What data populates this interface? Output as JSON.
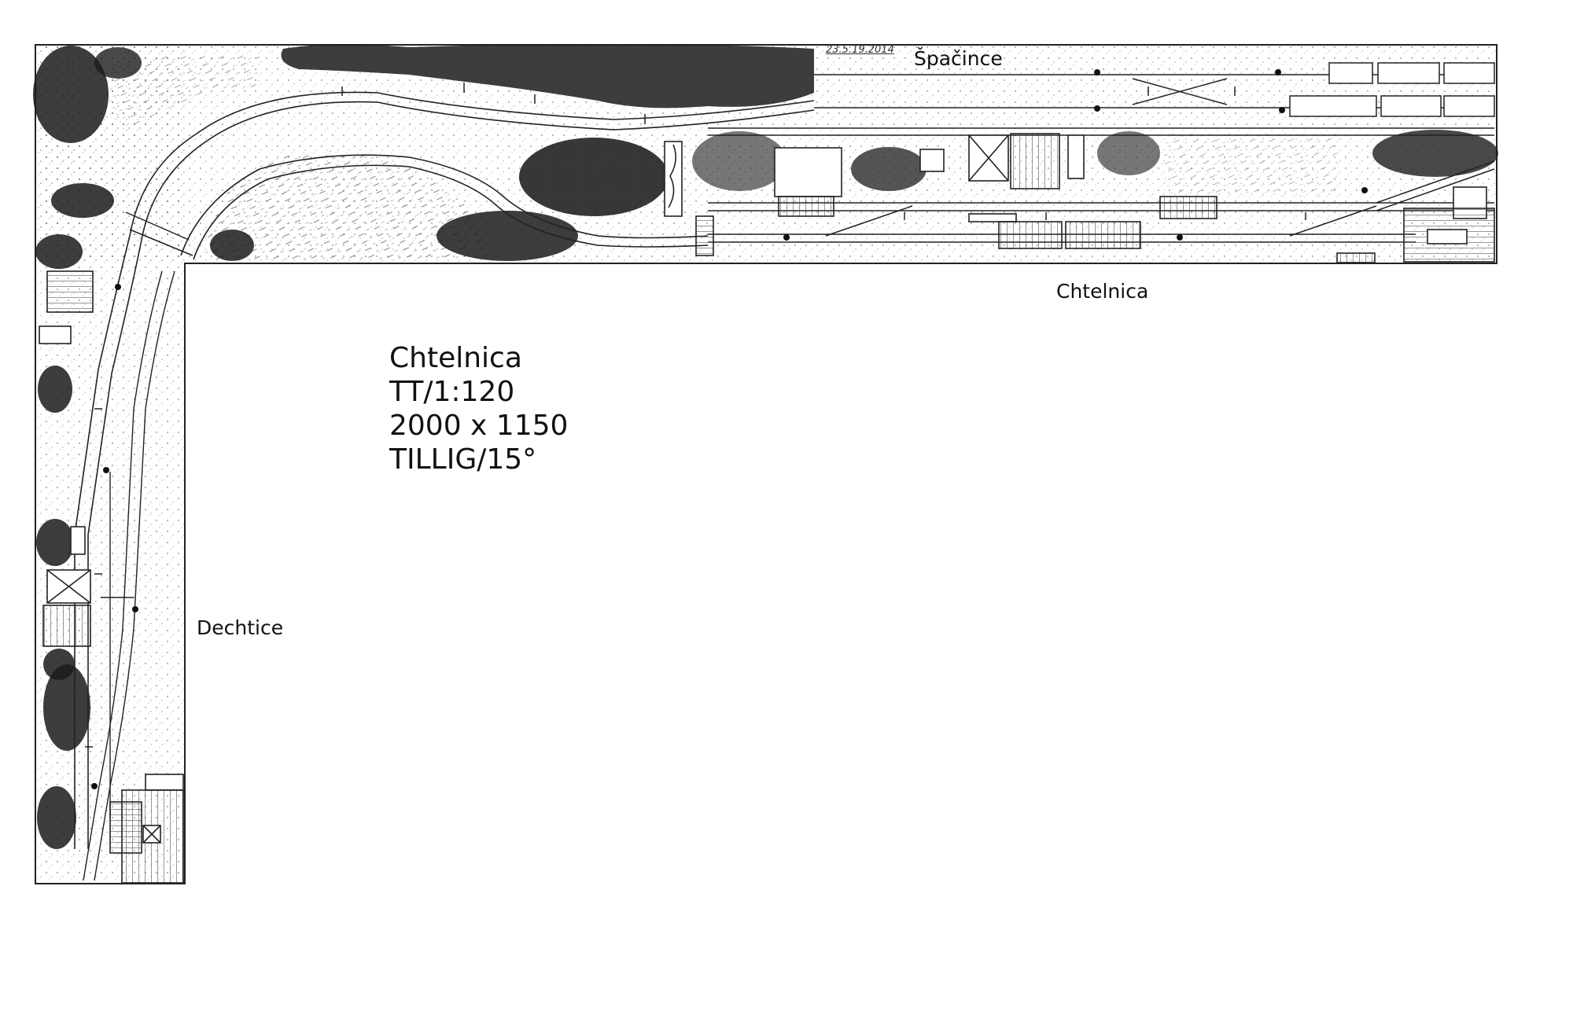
{
  "labels": {
    "top_destination": "Špačince",
    "station": "Chtelnica",
    "left_destination": "Dechtice"
  },
  "info": {
    "name": "Chtelnica",
    "scale": "TT/1:120",
    "dimensions": "2000 x 1150",
    "system": "TILLIG/15°"
  },
  "date_mark": "23.5.19.2014",
  "colors": {
    "ink": "#111111",
    "paper": "#ffffff"
  }
}
